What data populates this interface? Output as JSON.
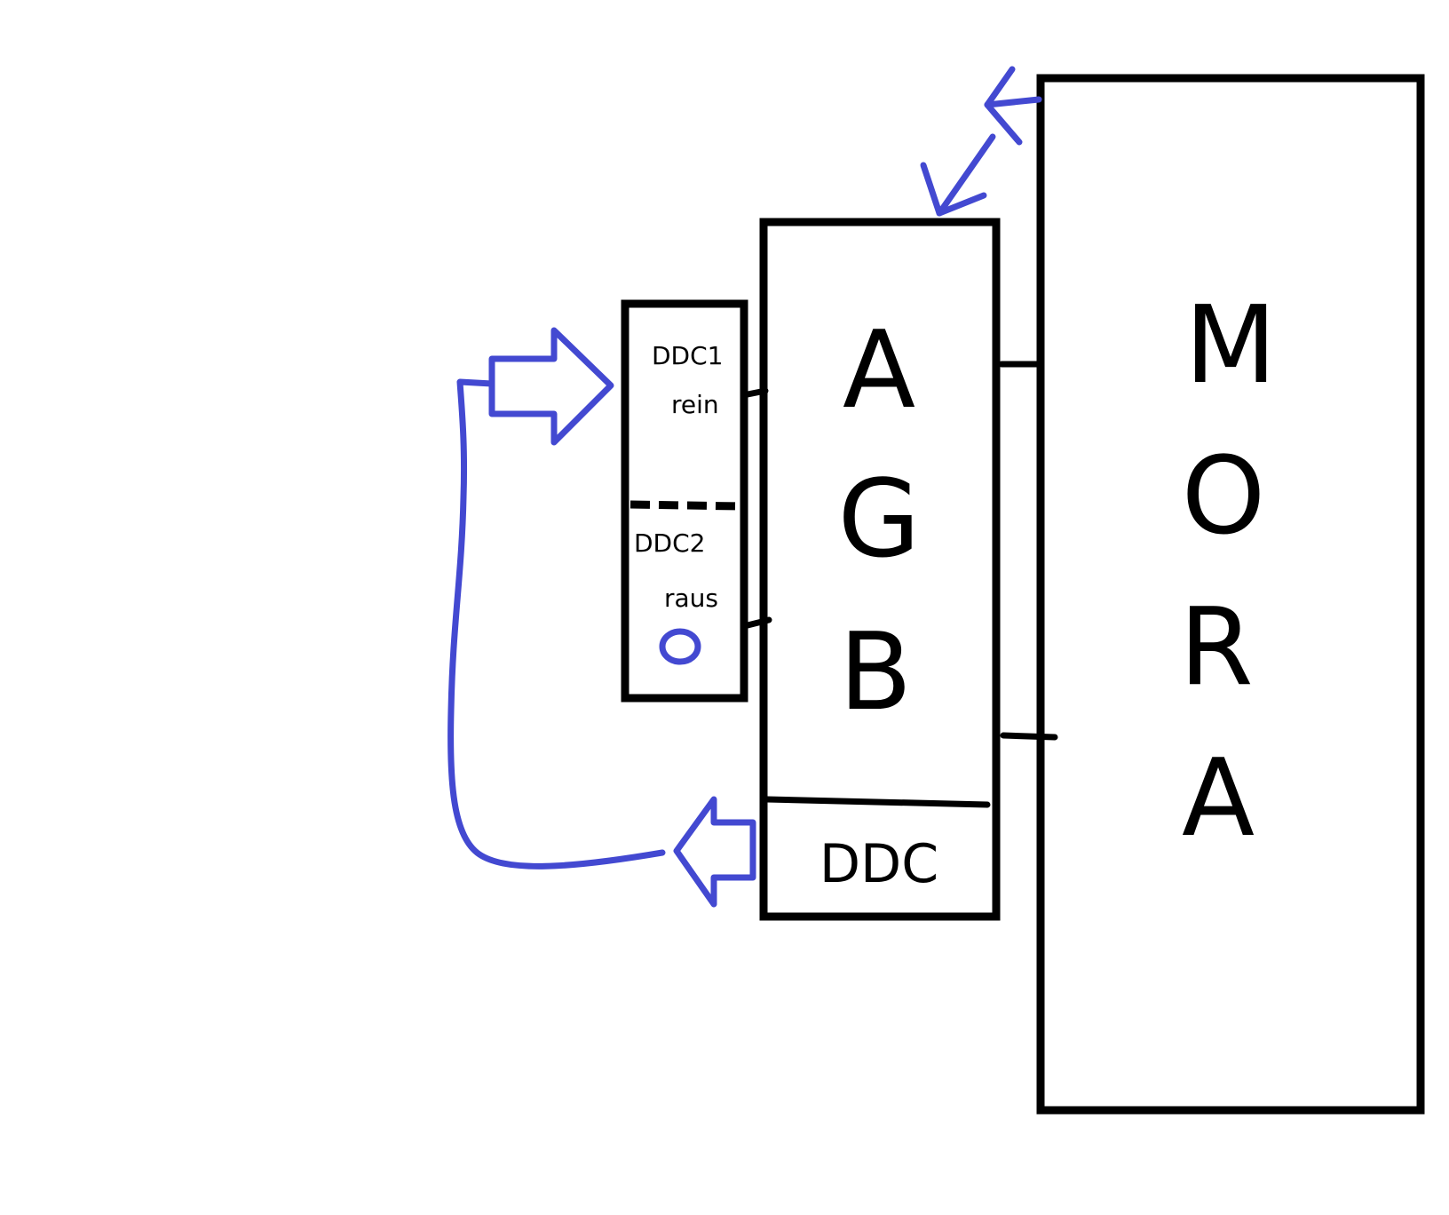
{
  "colors": {
    "ink": "#000000",
    "annotation": "#4349d1",
    "background": "#ffffff"
  },
  "mora": {
    "letters": [
      "M",
      "O",
      "R",
      "A"
    ]
  },
  "agb": {
    "letters": [
      "A",
      "G",
      "B"
    ],
    "bottom_label": "DDC"
  },
  "ddc_module": {
    "upper": {
      "name": "DDC1",
      "direction": "rein"
    },
    "lower": {
      "name": "DDC2",
      "direction": "raus"
    }
  },
  "annotations": {
    "double_arrow": "double-headed-arrow-icon",
    "in_arrow": "hollow-arrow-right-icon",
    "out_arrow": "hollow-arrow-left-icon",
    "loop": "return-loop-curve",
    "marker": "circle-marker-icon"
  }
}
